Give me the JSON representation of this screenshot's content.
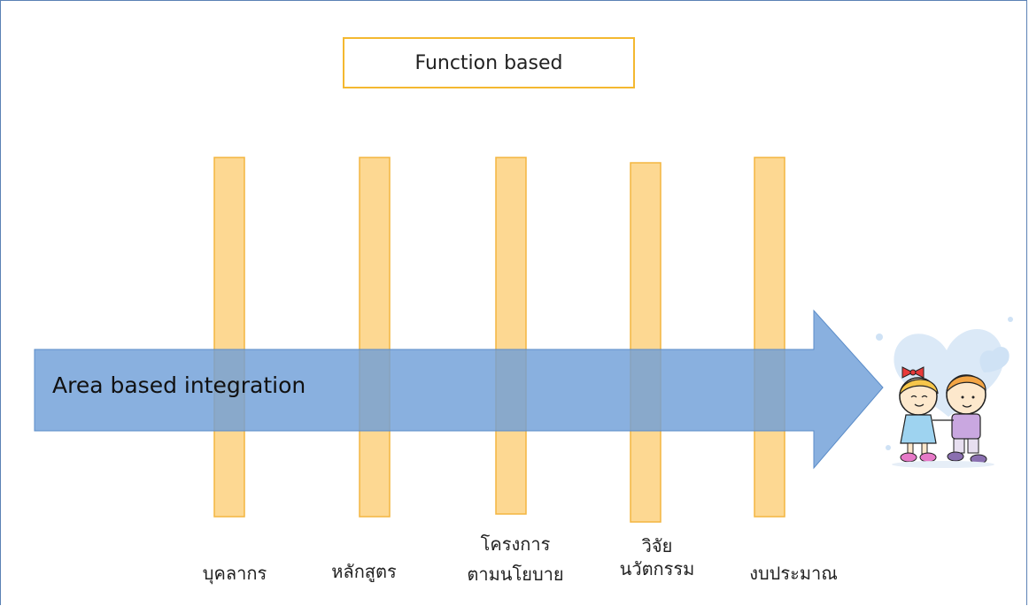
{
  "title": "Function based",
  "arrow_label": "Area based integration",
  "columns": [
    {
      "label_lines": [
        "บุคลากร"
      ]
    },
    {
      "label_lines": [
        "หลักสูตร"
      ]
    },
    {
      "label_lines": [
        "โครงการ",
        "ตามนโยบาย"
      ]
    },
    {
      "label_lines": [
        "วิจัย",
        "นวัตกรรม"
      ]
    },
    {
      "label_lines": [
        "งบประมาณ"
      ]
    }
  ],
  "colors": {
    "bar_fill": "#fdd892",
    "bar_stroke": "#f3b540",
    "arrow_fill": "#6f9fd8",
    "title_border": "#f4b830"
  },
  "illustration": "two-kids-holding-hands-cartoon"
}
